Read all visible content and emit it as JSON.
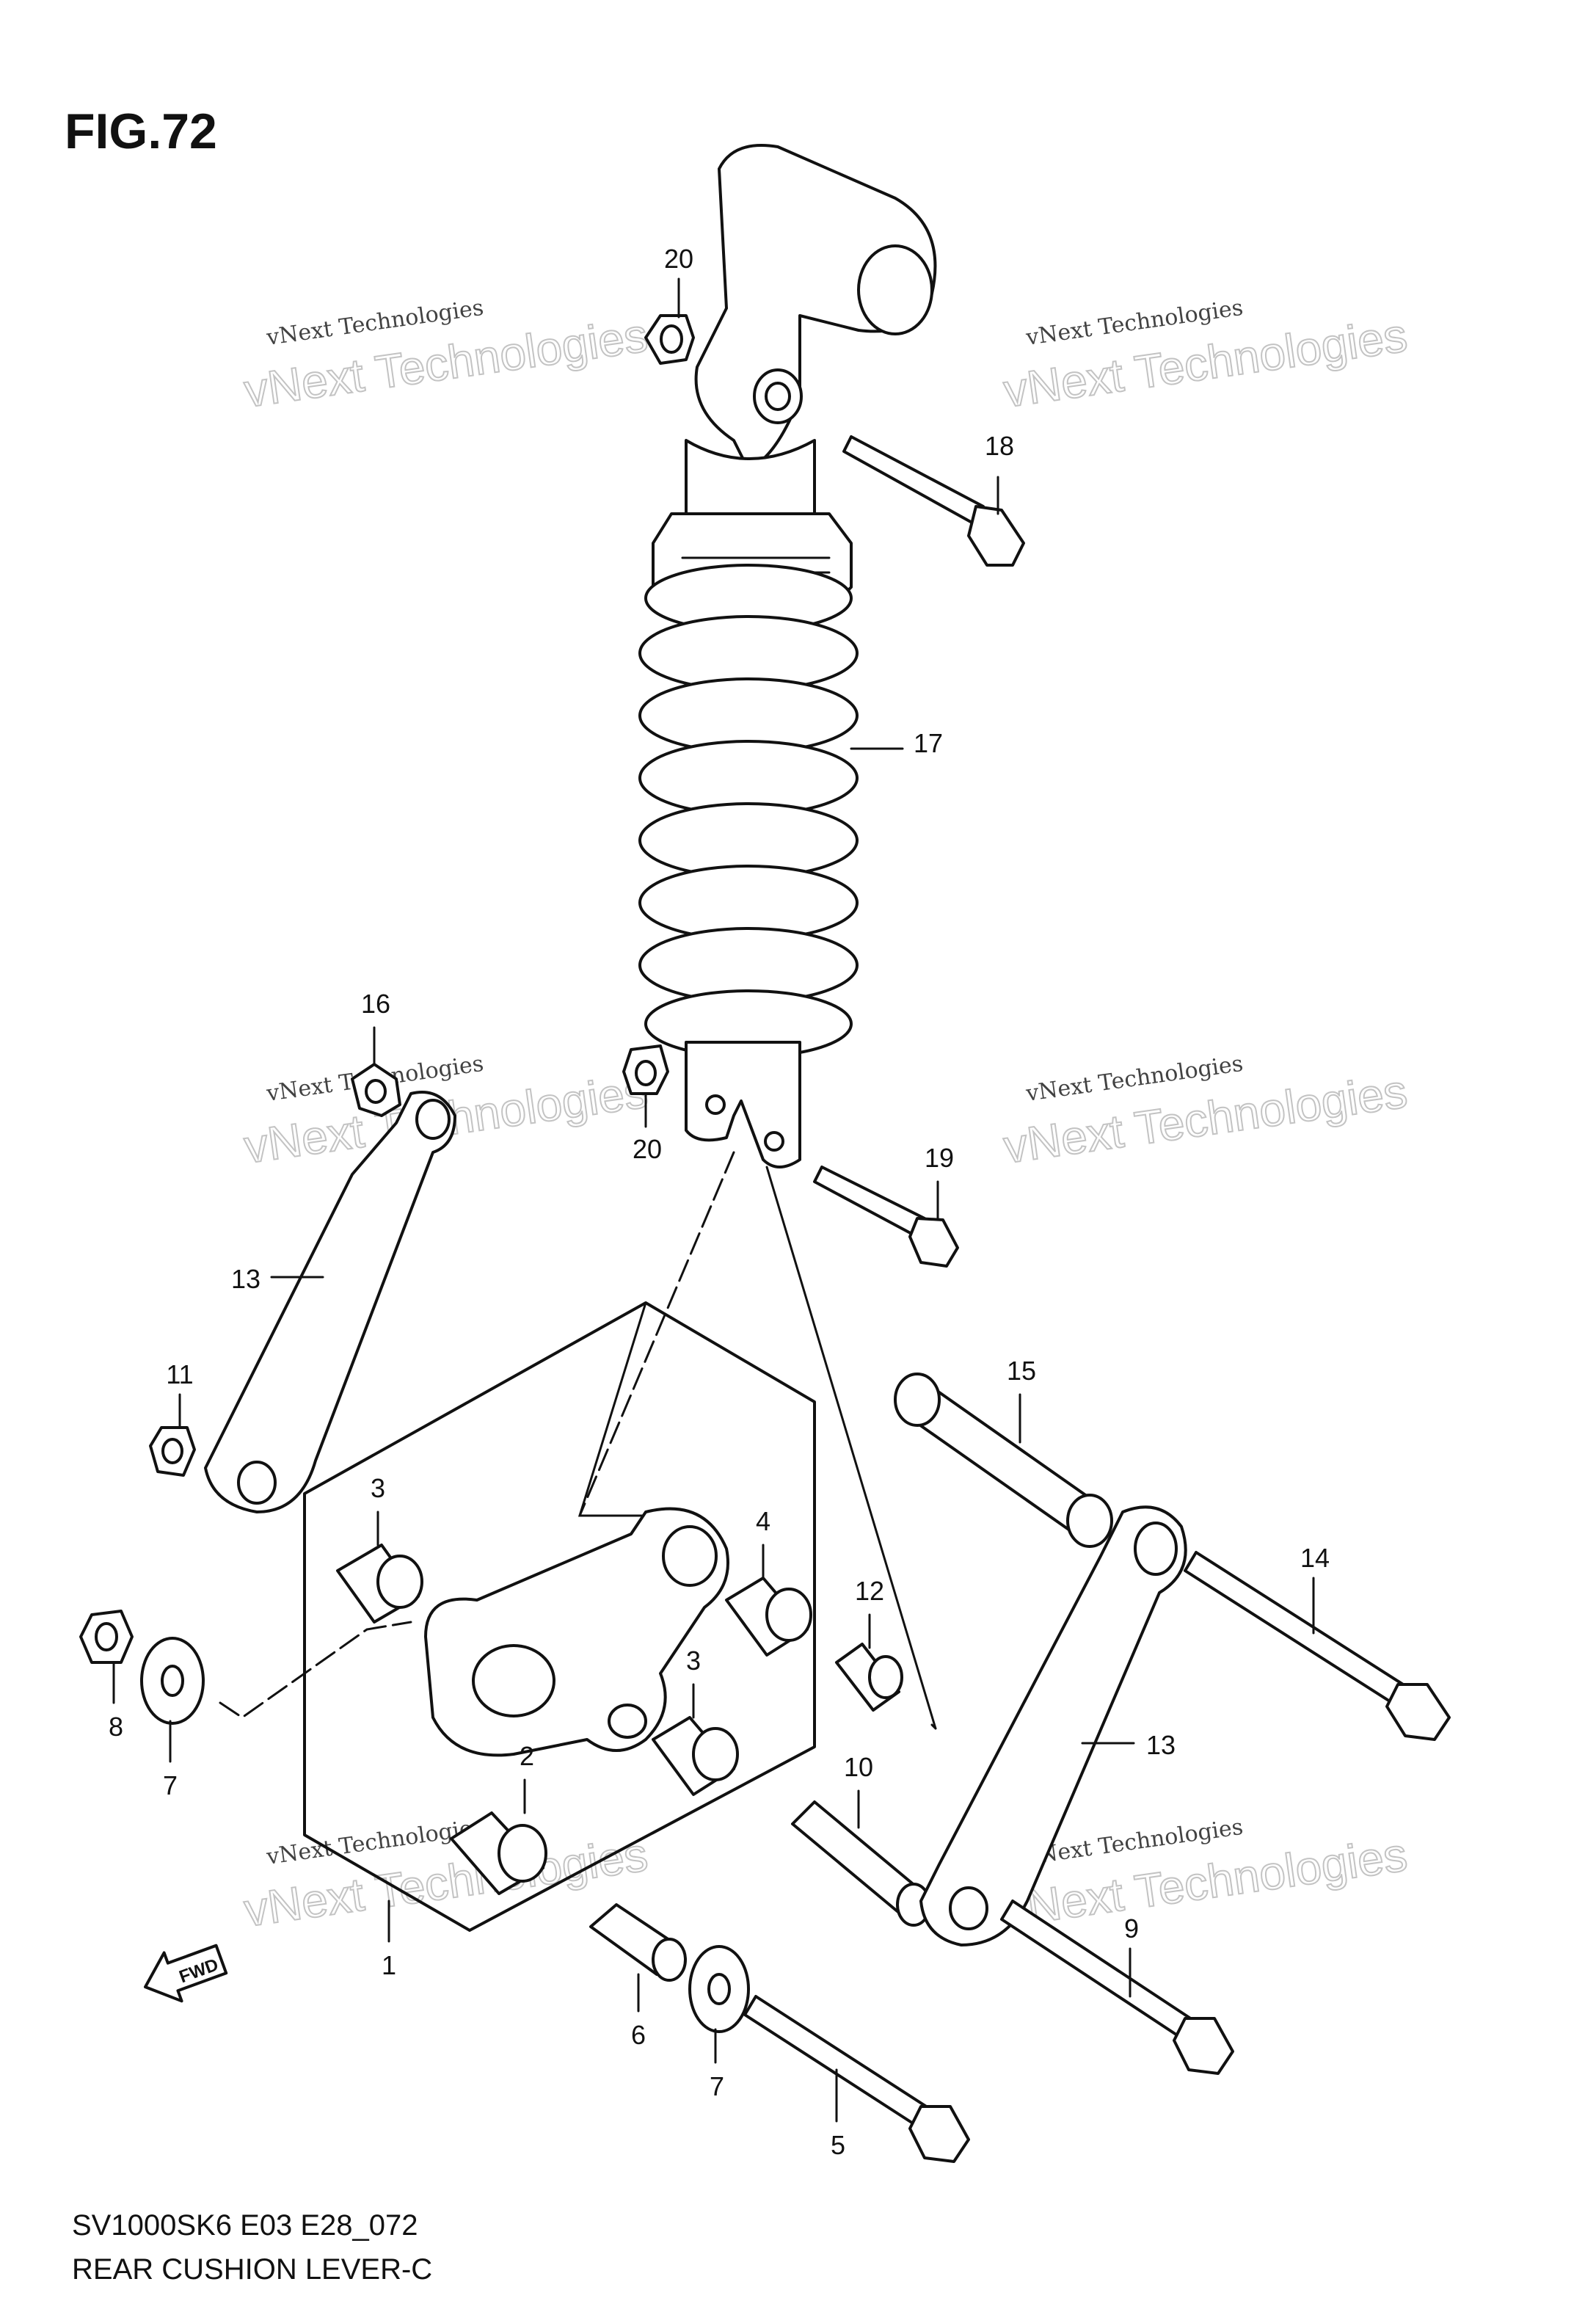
{
  "figure": {
    "label": "FIG.72"
  },
  "footer": {
    "code": "SV1000SK6 E03 E28_072",
    "caption": "REAR CUSHION LEVER-C"
  },
  "watermark": {
    "line1": "vNext Technologies",
    "line2": "vNext Technologies"
  },
  "fwd_arrow": {
    "label": "FWD"
  },
  "callouts": {
    "c1": "1",
    "c2": "2",
    "c3a": "3",
    "c3b": "3",
    "c4": "4",
    "c5": "5",
    "c6": "6",
    "c7a": "7",
    "c7b": "7",
    "c8": "8",
    "c9": "9",
    "c10": "10",
    "c11": "11",
    "c12": "12",
    "c13a": "13",
    "c13b": "13",
    "c14": "14",
    "c15": "15",
    "c16": "16",
    "c17": "17",
    "c18": "18",
    "c19": "19",
    "c20a": "20",
    "c20b": "20"
  }
}
